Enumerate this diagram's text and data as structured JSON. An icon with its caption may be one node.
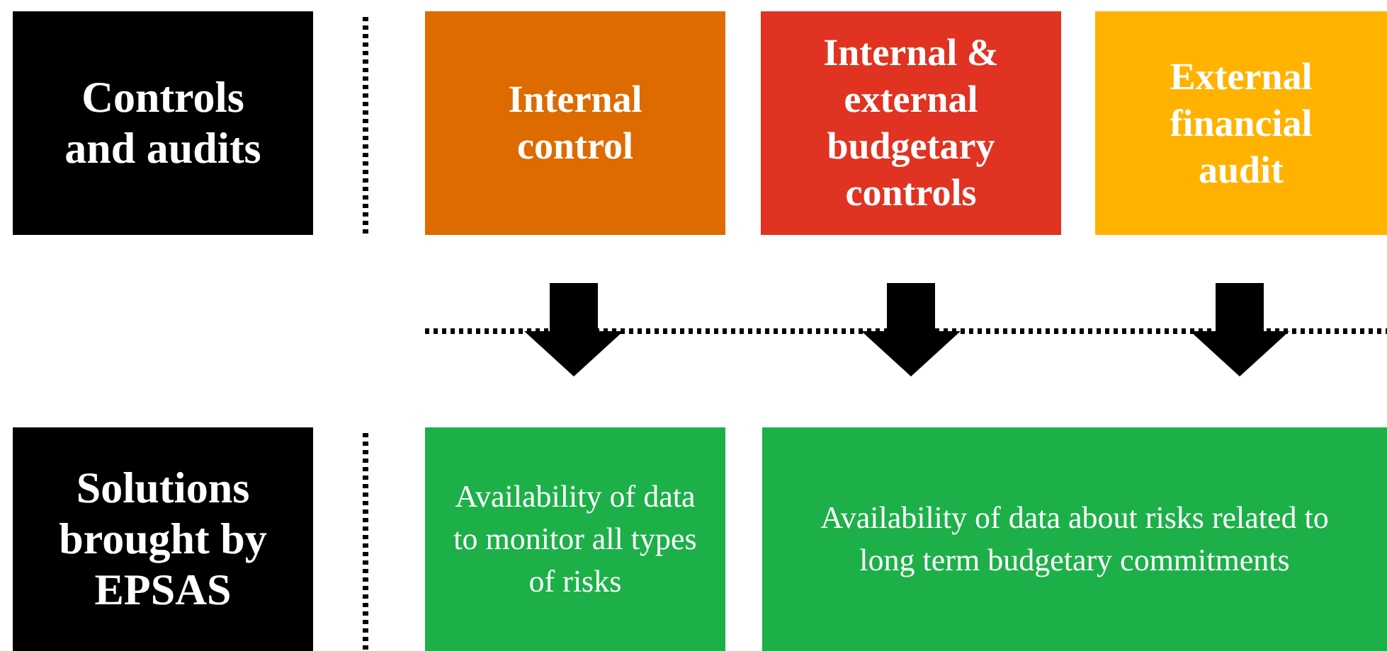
{
  "diagram": {
    "nodes": [
      {
        "text": [
          "Controls and audits"
        ]
      },
      {
        "text": [
          "Internal control"
        ]
      },
      {
        "text": [
          "Internal & external budgetary controls"
        ]
      },
      {
        "text": [
          "External financial audit"
        ]
      },
      {
        "text": [
          "Solutions brought by EPSAS"
        ]
      },
      {
        "text": [
          "Availability of data to monitor all types of risks"
        ]
      },
      {
        "text": [
          "Availability of data about risks related to long term budgetary commitments"
        ]
      }
    ],
    "edges": [
      {
        "from": 1,
        "to": 5,
        "arrow": "to"
      },
      {
        "from": 2,
        "to": 6,
        "arrow": "to"
      },
      {
        "from": 3,
        "to": 6,
        "arrow": "to"
      }
    ]
  }
}
